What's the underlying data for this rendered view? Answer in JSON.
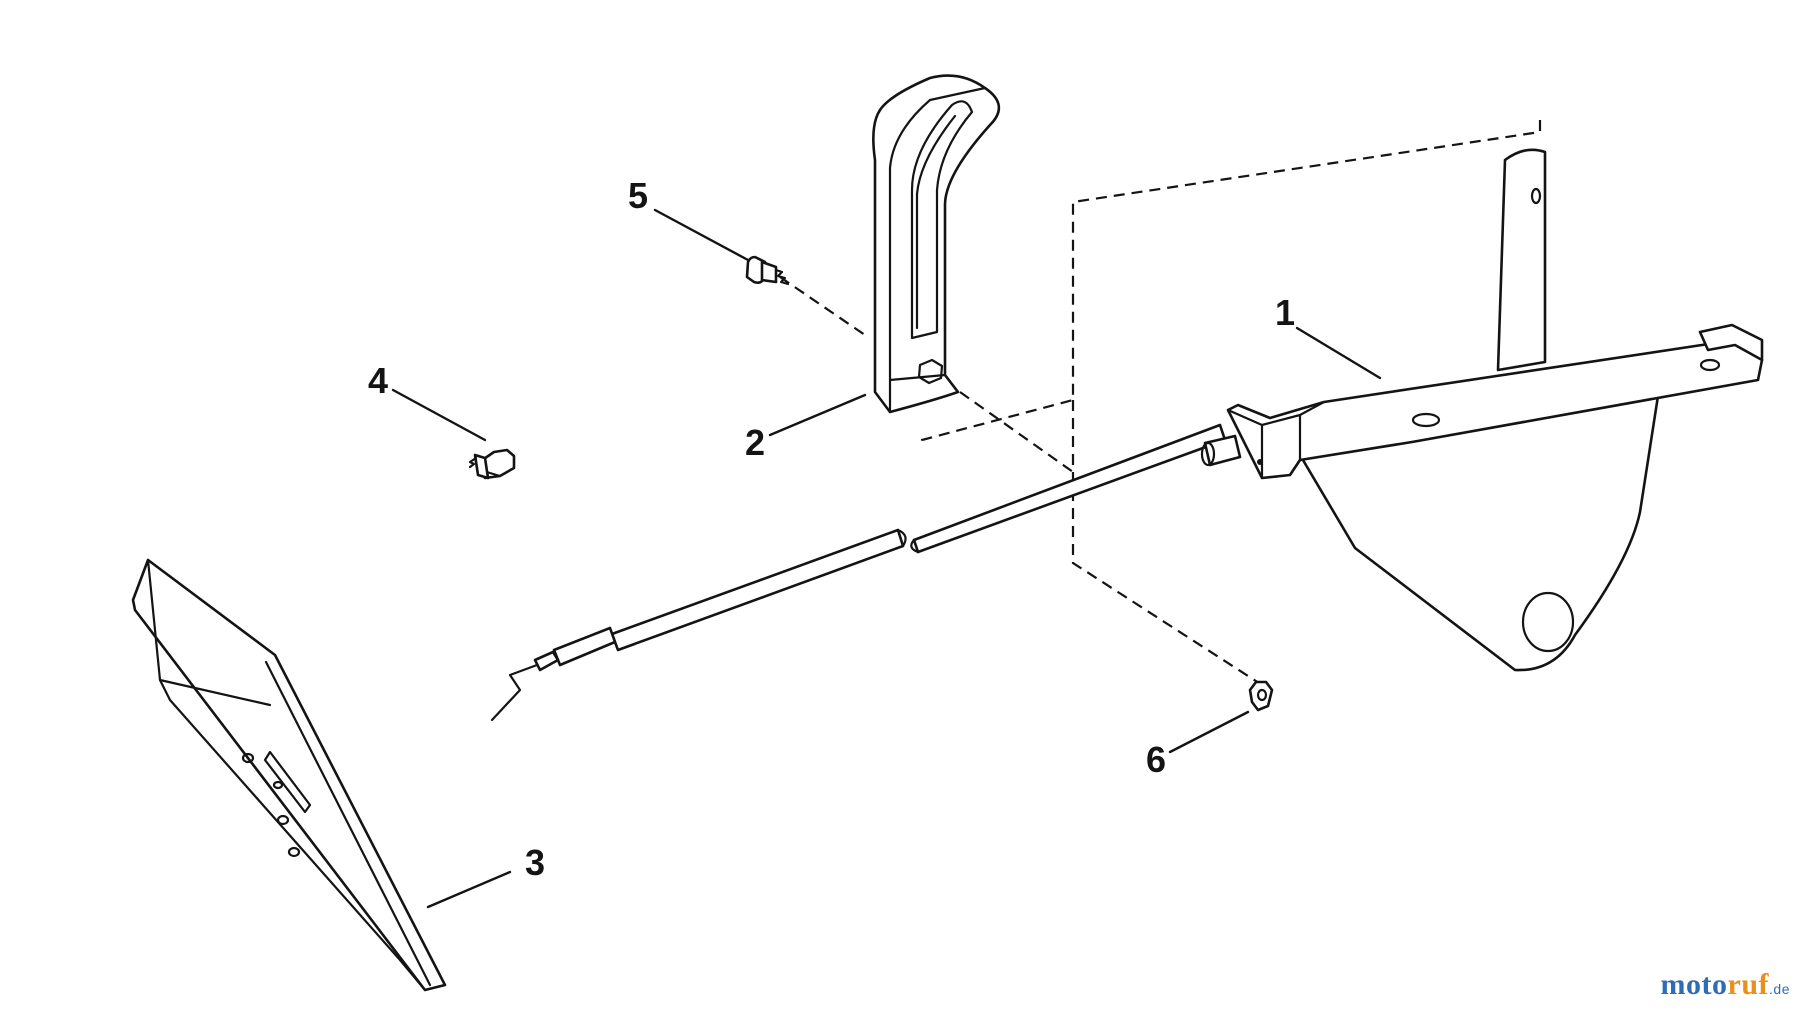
{
  "callouts": [
    {
      "id": "1",
      "part": "mounting-bracket"
    },
    {
      "id": "2",
      "part": "lever-slotted"
    },
    {
      "id": "3",
      "part": "pedal"
    },
    {
      "id": "4",
      "part": "screw-hex-washer"
    },
    {
      "id": "5",
      "part": "bolt-shoulder"
    },
    {
      "id": "6",
      "part": "nut-hex"
    }
  ],
  "watermark": {
    "brand_a": "moto",
    "brand_b": "ruf",
    "tld": ".de"
  },
  "colors": {
    "line": "#141414",
    "background": "#ffffff",
    "brand_blue": "#2e6db6",
    "brand_orange": "#e8901a"
  }
}
